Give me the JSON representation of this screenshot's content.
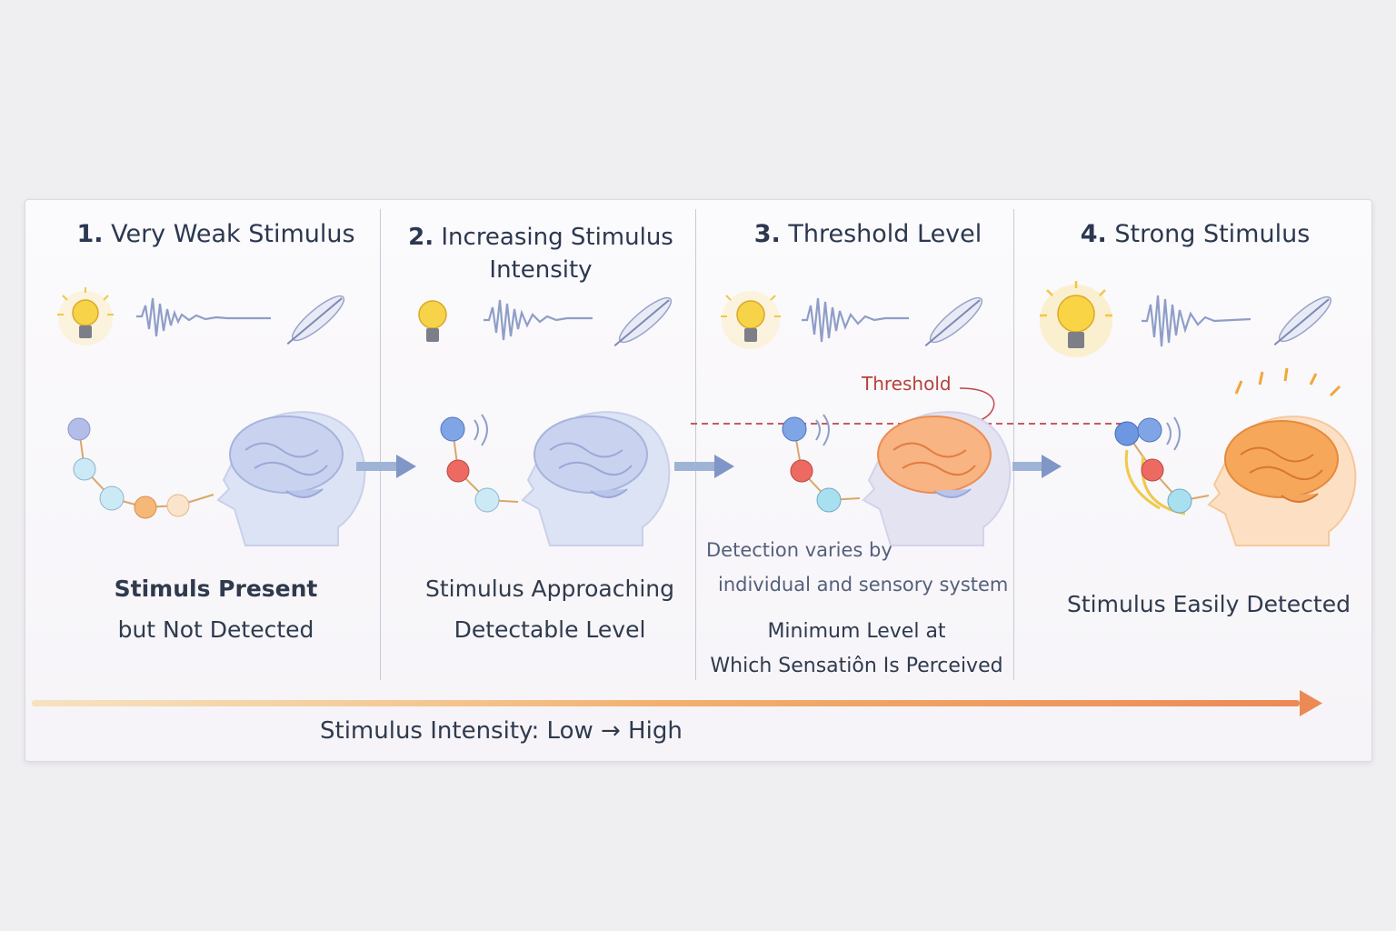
{
  "panels": [
    {
      "number": "1.",
      "title": "Very Weak Stimulus",
      "caption": [
        "Stimuls Present",
        "but Not Detected"
      ]
    },
    {
      "number": "2.",
      "title_line1": "Increasing Stimulus",
      "title_line2": "Intensity",
      "caption": [
        "Stimulus Approaching",
        "Detectable Level"
      ]
    },
    {
      "number": "3.",
      "title": "Threshold Level",
      "note": [
        "Detection varies by",
        "individual and sensory system"
      ],
      "caption": [
        "Minimum Level at",
        "Which Sensatiôn Is Perceived"
      ]
    },
    {
      "number": "4.",
      "title": "Strong Stimulus",
      "caption": [
        "Stimulus Easily Detected"
      ]
    }
  ],
  "threshold_label": "Threshold",
  "axis": {
    "label": "Stimulus Intensity:  Low → High"
  },
  "icons": [
    "lightbulb-icon",
    "sound-wave-icon",
    "feather-icon",
    "neuron-chain-icon",
    "head-brain-icon",
    "arrow-right-icon"
  ],
  "colors": {
    "bulb": "#f7d34a",
    "wave": "#8f9ec8",
    "brain_inactive": "#c9d3ef",
    "brain_active": "#f4a25c",
    "threshold_line": "#c0454a",
    "axis_start": "#f5d69a",
    "axis_end": "#ec8a55"
  }
}
